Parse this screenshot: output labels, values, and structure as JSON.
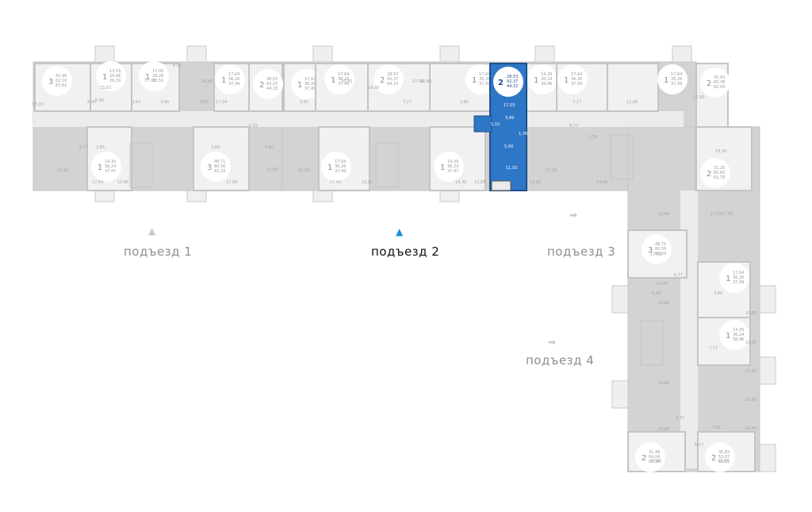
{
  "colors": {
    "wall": "#c4c4c4",
    "room": "#f1f1f1",
    "badge": "#ffffff",
    "selected": "#2e77c7",
    "selected_dark": "#1e4f8c",
    "text_muted": "#8f8f8f",
    "text_active": "#111111",
    "arrow_active": "#1a8fd8",
    "arrow_muted": "#c9c9c9"
  },
  "entrances": [
    {
      "label": "подъезд 1",
      "active": false,
      "arrow": "up-arrow"
    },
    {
      "label": "подъезд 2",
      "active": true,
      "arrow": "up-arrow"
    },
    {
      "label": "подъезд 3",
      "active": false,
      "arrow": "right-arrow"
    },
    {
      "label": "подъезд 4",
      "active": false,
      "arrow": "right-arrow"
    }
  ],
  "selected_apartment": {
    "rooms": "2",
    "living": "28,53",
    "area": "42,37",
    "total": "44,15",
    "kitchen": "17,03",
    "room": "11,50",
    "hall": "5,00",
    "corridor": "5,15",
    "bath": "3,49",
    "wc": "1,76",
    "balcony": "3,38"
  },
  "apartments": [
    {
      "rooms": "3",
      "lines": [
        "42,96",
        "62,10",
        "63,81"
      ]
    },
    {
      "rooms": "1",
      "lines": [
        "13,03",
        "24,96",
        "26,19"
      ]
    },
    {
      "rooms": "1",
      "lines": [
        "17,00",
        "28,29",
        "30,51"
      ]
    },
    {
      "rooms": "1",
      "lines": [
        "17,64",
        "36,26",
        "37,49"
      ]
    },
    {
      "rooms": "2",
      "lines": [
        "28,53",
        "42,37",
        "44,15"
      ]
    },
    {
      "rooms": "1",
      "lines": [
        "17,64",
        "36,26",
        "37,49"
      ]
    },
    {
      "rooms": "1",
      "lines": [
        "17,64",
        "36,26",
        "37,49"
      ]
    },
    {
      "rooms": "2",
      "lines": [
        "28,53",
        "42,37",
        "44,15"
      ]
    },
    {
      "rooms": "1",
      "lines": [
        "17,64",
        "36,26",
        "37,49"
      ]
    },
    {
      "rooms": "1",
      "lines": [
        "14,30",
        "36,24",
        "38,46"
      ]
    },
    {
      "rooms": "1",
      "lines": [
        "17,64",
        "36,26",
        "37,49"
      ]
    },
    {
      "rooms": "1",
      "lines": [
        "17,64",
        "36,26",
        "37,49"
      ]
    },
    {
      "rooms": "1",
      "lines": [
        "14,30",
        "36,24",
        "37,47"
      ]
    },
    {
      "rooms": "3",
      "lines": [
        "48,71",
        "80,56",
        "82,33"
      ]
    },
    {
      "rooms": "1",
      "lines": [
        "17,64",
        "36,26",
        "37,49"
      ]
    },
    {
      "rooms": "1",
      "lines": [
        "14,30",
        "36,24",
        "37,47"
      ]
    },
    {
      "rooms": "2",
      "lines": [
        "35,42",
        "60,38",
        "62,09"
      ]
    },
    {
      "rooms": "2",
      "lines": [
        "31,25",
        "60,65",
        "61,79"
      ]
    },
    {
      "rooms": "3",
      "lines": [
        "48,71",
        "80,56",
        "83,56"
      ]
    },
    {
      "rooms": "1",
      "lines": [
        "17,64",
        "36,26",
        "37,49"
      ]
    },
    {
      "rooms": "1",
      "lines": [
        "14,30",
        "36,24",
        "38,46"
      ]
    },
    {
      "rooms": "2",
      "lines": [
        "31,48",
        "64,04",
        "66,98"
      ]
    },
    {
      "rooms": "2",
      "lines": [
        "30,83",
        "53,07",
        "56,01"
      ]
    }
  ],
  "room_areas": [
    "17,03",
    "17,00",
    "6,00",
    "15,03",
    "5,00",
    "5,00",
    "3,64",
    "3,90",
    "3,85",
    "10,85",
    "17,64",
    "6,77",
    "3,85",
    "12,90",
    "17,64",
    "10,85",
    "11,50",
    "3,85",
    "5,00",
    "17,64",
    "5,15",
    "3,85",
    "10,85",
    "14,30",
    "7,27",
    "17,64",
    "10,85",
    "17,64",
    "3,85",
    "10,85",
    "14,30",
    "10,85",
    "17,03",
    "14,65",
    "14,65",
    "6,77",
    "5,39",
    "7,17",
    "12,90",
    "18,39",
    "12,66",
    "17,03",
    "17,03",
    "17,03",
    "14,65",
    "14,65",
    "6,77",
    "5,39",
    "3,85",
    "10,85",
    "7,17",
    "14,30",
    "10,85",
    "14,65",
    "14,65",
    "5,37",
    "6,77",
    "7,87",
    "10,95",
    "15,60",
    "17,03",
    "17,03",
    "11,50",
    "12,90"
  ]
}
